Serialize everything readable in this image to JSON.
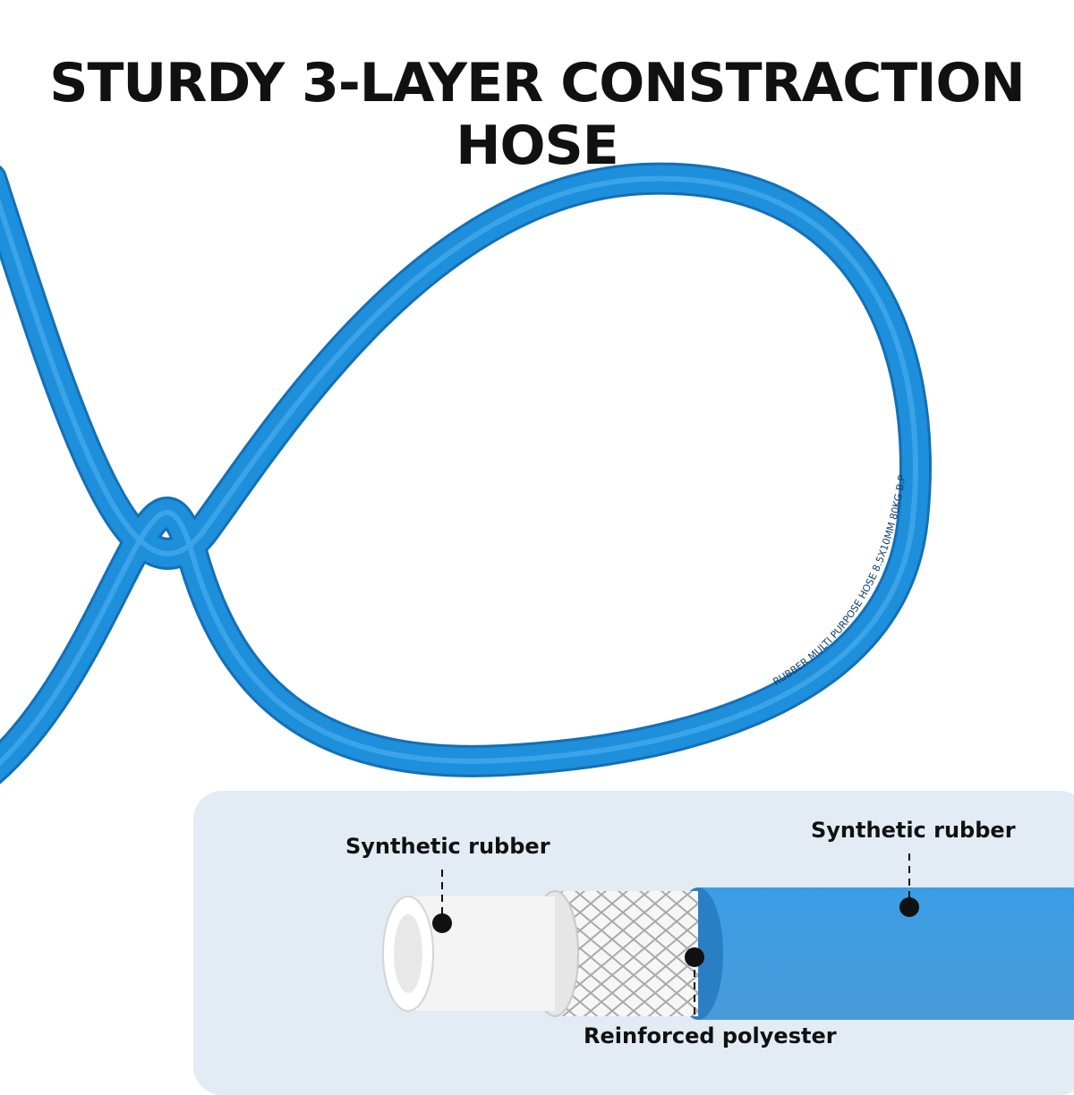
{
  "title": "STURDY 3-LAYER CONSTRACTION HOSE",
  "hose_print": "RUBBER  MULTI PURPOSE  HOSE  8.5X10MM  80KG  B.P",
  "layers": {
    "inner": "Synthetic rubber",
    "middle": "Reinforced polyester",
    "outer": "Synthetic rubber"
  },
  "colors": {
    "hose_blue": "#1e8fdb",
    "hose_blue_dark": "#136fb8",
    "panel_bg": "#e3ebf5",
    "inner_tube": "#f4f4f4",
    "braid": "#a9a9a9"
  }
}
